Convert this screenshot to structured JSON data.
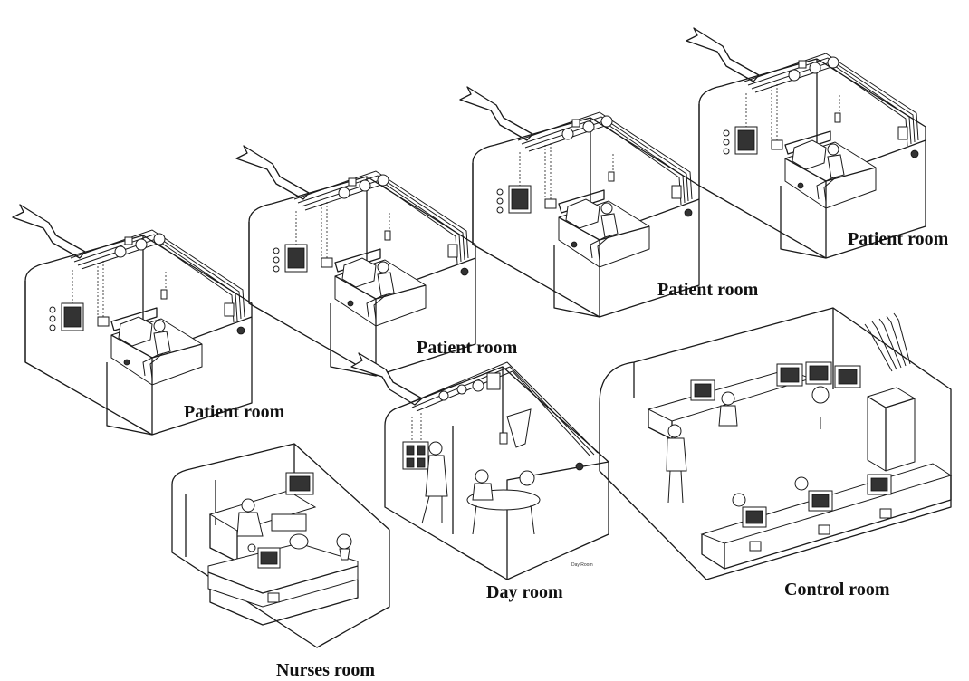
{
  "labels": {
    "patient_room_1": "Patient room",
    "patient_room_2": "Patient room",
    "patient_room_3": "Patient room",
    "patient_room_4": "Patient room",
    "nurses_room": "Nurses room",
    "day_room": "Day room",
    "day_room_tag": "Day Room",
    "control_room": "Control room"
  }
}
